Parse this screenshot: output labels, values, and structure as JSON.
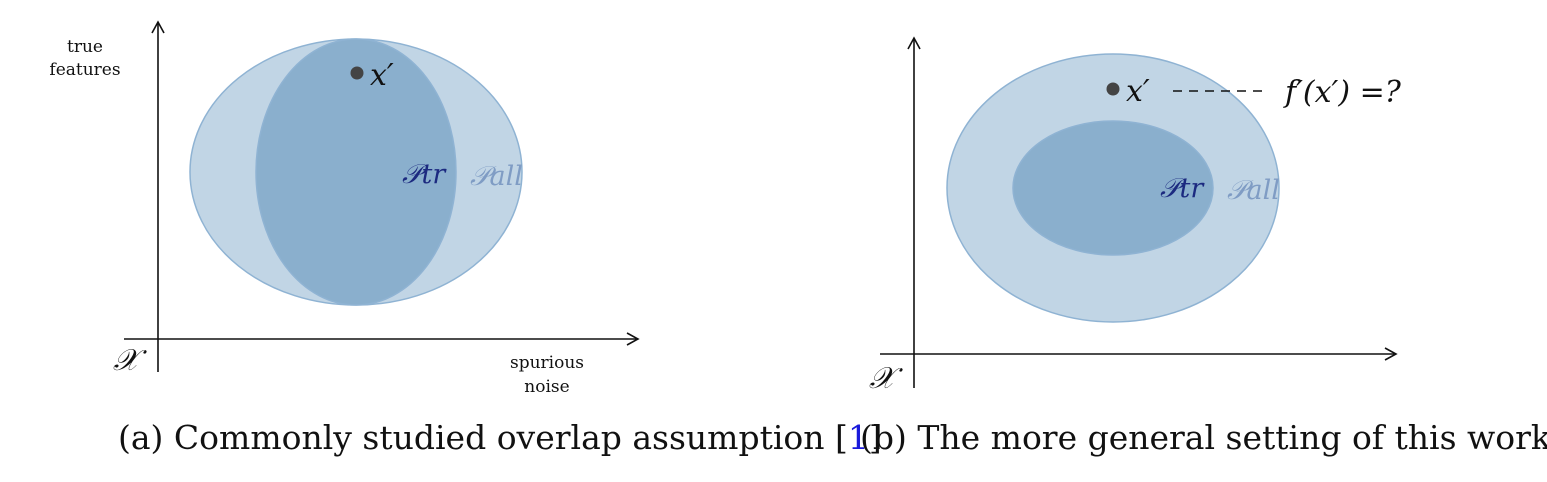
{
  "panels": [
    {
      "id": "a",
      "space_label": "𝒳",
      "y_axis_label": [
        "true",
        "features"
      ],
      "x_axis_label": [
        "spurious",
        "noise"
      ],
      "point_label": "x′",
      "train_label": "𝒫tr",
      "all_label": "𝒫all",
      "query_label": "",
      "caption_text": "(a) Commonly studied overlap assumption [",
      "caption_ref": "1",
      "caption_close": "]"
    },
    {
      "id": "b",
      "space_label": "𝒳",
      "y_axis_label": [],
      "x_axis_label": [],
      "point_label": "x′",
      "train_label": "𝒫tr",
      "all_label": "𝒫all",
      "query_label": "f′(x′) =?",
      "caption_text": "(b) The more general setting of this work.",
      "caption_ref": "",
      "caption_close": ""
    }
  ],
  "colors": {
    "outer_fill": "#c1d5e5",
    "inner_fill": "#8aafcd",
    "ellipse_stroke": "#8fb3d3",
    "train_label": "#1c2a80",
    "all_label": "#7f9cc4",
    "point": "#444444",
    "axis": "#111111",
    "citation": "#1a1adb"
  }
}
